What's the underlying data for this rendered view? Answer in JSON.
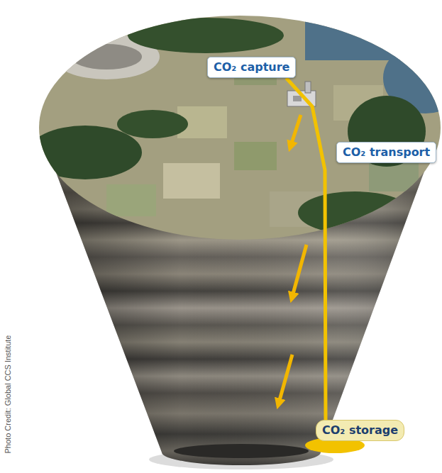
{
  "diagram": {
    "nodes": [
      {
        "text": [
          "CO₂ capture"
        ]
      },
      {
        "text": [
          "CO₂ transport"
        ]
      },
      {
        "text": [
          "CO₂ storage"
        ]
      }
    ],
    "edges": [
      {
        "from": 0,
        "to": 2,
        "arrow": "none"
      }
    ],
    "labels": [
      "Photo Credit: Global CCS Institute"
    ]
  }
}
